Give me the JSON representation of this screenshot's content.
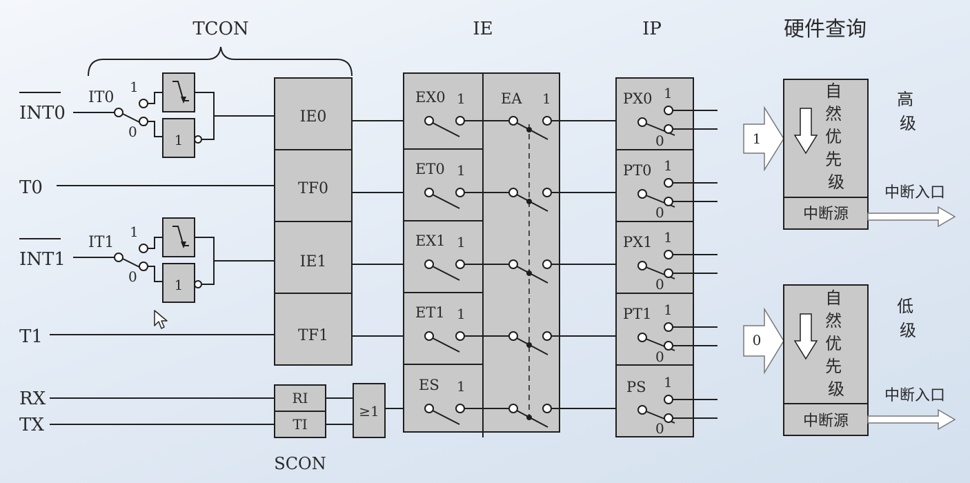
{
  "headers": {
    "tcon": "TCON",
    "ie": "IE",
    "ip": "IP",
    "hw_query": "硬件查询"
  },
  "inputs": {
    "int0": "INT0",
    "t0": "T0",
    "int1": "INT1",
    "t1": "T1",
    "rx": "RX",
    "tx": "TX"
  },
  "itsel": [
    {
      "name": "IT0",
      "one": "1",
      "zero": "0",
      "gate": "1"
    },
    {
      "name": "IT1",
      "one": "1",
      "zero": "0",
      "gate": "1"
    }
  ],
  "flags": [
    "IE0",
    "TF0",
    "IE1",
    "TF1"
  ],
  "scon": {
    "ri": "RI",
    "ti": "TI",
    "or_gate": "≥1",
    "label": "SCON"
  },
  "ie_bits": [
    {
      "name": "EX0",
      "one": "1"
    },
    {
      "name": "ET0",
      "one": "1"
    },
    {
      "name": "EX1",
      "one": "1"
    },
    {
      "name": "ET1",
      "one": "1"
    },
    {
      "name": "ES",
      "one": "1"
    }
  ],
  "ea": {
    "name": "EA",
    "one": "1"
  },
  "ip_bits": [
    {
      "name": "PX0",
      "one": "1",
      "zero": "0"
    },
    {
      "name": "PT0",
      "one": "1",
      "zero": "0"
    },
    {
      "name": "PX1",
      "one": "1",
      "zero": "0"
    },
    {
      "name": "PT1",
      "one": "1",
      "zero": "0"
    },
    {
      "name": "PS",
      "one": "1",
      "zero": "0"
    }
  ],
  "priority": {
    "high": {
      "input": "1",
      "text": "自然优先级",
      "source": "中断源",
      "level": "高级",
      "entry": "中断入口"
    },
    "low": {
      "input": "0",
      "text": "自然优先级",
      "source": "中断源",
      "level": "低级",
      "entry": "中断入口"
    }
  },
  "colors": {
    "box_fill": "#c9c9c9",
    "line": "#1e1e1e"
  }
}
